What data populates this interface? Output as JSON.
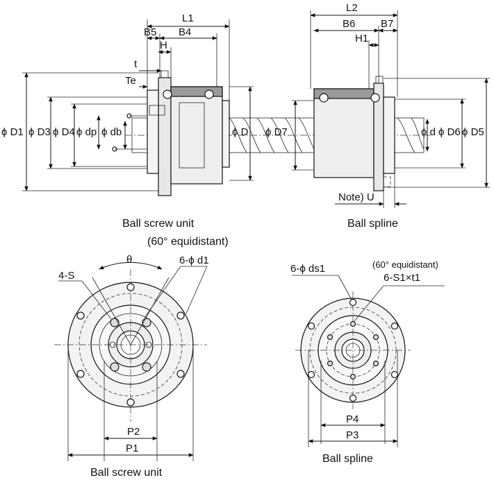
{
  "labels": {
    "L1": "L1",
    "L2": "L2",
    "B5": "B5",
    "B4": "B4",
    "B6": "B6",
    "B7": "B7",
    "H": "H",
    "H1": "H1",
    "t": "t",
    "Te": "Te",
    "phiD1": "ϕ D1",
    "phiD3": "ϕ D3",
    "phiD4": "ϕ D4",
    "phiDp": "ϕ dp",
    "phiDb": "ϕ db",
    "phiD": "ϕ D",
    "phiD7": "ϕ D7",
    "phid": "ϕ d",
    "phiD6": "ϕ D6",
    "phiD5": "ϕ D5",
    "noteU": "Note) U",
    "theta": "θ",
    "fourS": "4-S",
    "sixPhiD1": "6-ϕ d1",
    "sixPhiDs1": "6-ϕ ds1",
    "equidistant60": "(60° equidistant)",
    "equidistant60b": "(60° equidistant)",
    "sixS1t1": "6-S1×t1",
    "P1": "P1",
    "P2": "P2",
    "P3": "P3",
    "P4": "P4"
  },
  "captions": {
    "ballScrewUnitTop": "Ball screw unit",
    "ballSplineTop": "Ball spline",
    "ballScrewUnitBottom": "Ball screw unit",
    "ballSplineBottom": "Ball spline"
  }
}
